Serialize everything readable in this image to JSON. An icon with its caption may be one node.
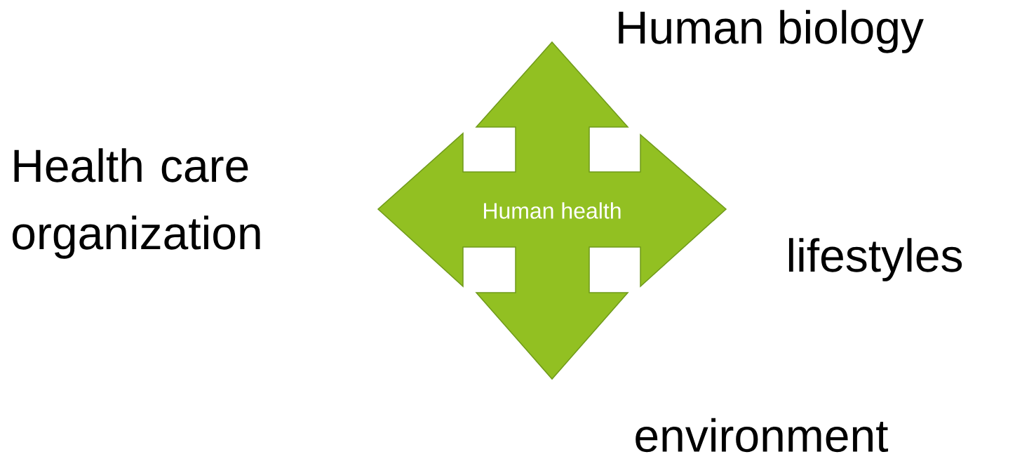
{
  "diagram": {
    "nodes": [
      {
        "text": [
          "Human health"
        ]
      }
    ],
    "labels": [
      "Human biology",
      "Health care organization",
      "lifestyles",
      "environment"
    ]
  }
}
